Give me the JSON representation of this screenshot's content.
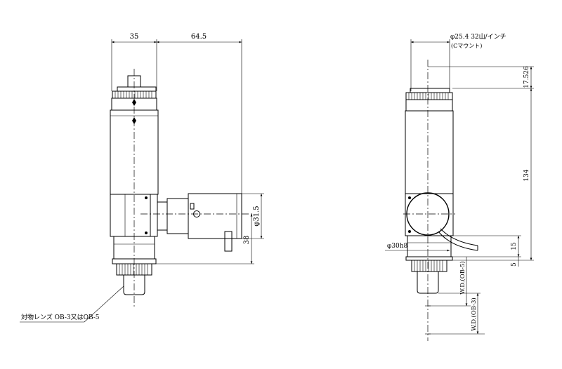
{
  "drawing": {
    "side_view": {
      "dim_width_top": "35",
      "dim_offset_top": "64.5",
      "dim_diameter": "φ31.5",
      "dim_height": "38",
      "lens_callout": "対物レンズ OB-3又はOB-5"
    },
    "front_view": {
      "thread_spec": "φ25.4 32山/インチ",
      "mount_type": "(Cマウント)",
      "dim_flange": "17.526",
      "dim_total": "134",
      "dim_fit": "φ30h8",
      "dim_15": "15",
      "dim_5": "5",
      "wd_ob5": "W.D.(OB-5)",
      "wd_ob3": "W.D.(OB-3)"
    }
  }
}
